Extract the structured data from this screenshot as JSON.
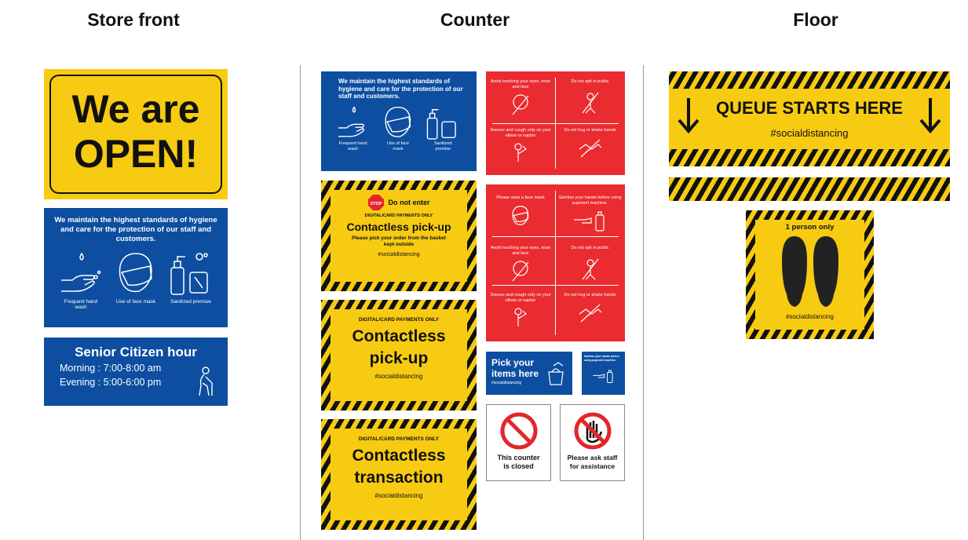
{
  "columns": {
    "store_front": "Store front",
    "counter": "Counter",
    "floor": "Floor"
  },
  "open_sign": {
    "line1": "We are",
    "line2": "OPEN!"
  },
  "hygiene": {
    "text": "We maintain the highest standards of hygiene and care for the protection of our staff and customers.",
    "items": [
      "Frequent hand wash",
      "Use of face mask",
      "Sanitized premise"
    ]
  },
  "senior": {
    "title": "Senior Citizen hour",
    "morning": "Morning : 7:00-8:00 am",
    "evening": "Evening : 5:00-6:00 pm"
  },
  "red1": {
    "cells": [
      "Avoid touching your eyes, nose and face",
      "Do not spit in public",
      "Sneeze and cough only on your elbow or napkin",
      "Do not hug or shake hands"
    ]
  },
  "red2": {
    "cells": [
      "Please wear a face mask",
      "Sanitize your hands before using payment machine.",
      "Avoid touching your eyes, nose and face",
      "Do not spit in public",
      "Sneeze and cough only on your elbow or napkin",
      "Do not hug or shake hands"
    ]
  },
  "pickup_small": {
    "no_enter": "Do not enter",
    "stop": "STOP",
    "digital": "DIGITAL/CARD PAYMENTS ONLY",
    "title": "Contactless pick-up",
    "note": "Please pick your order from the basket kept outside",
    "hashtag": "#socialdistancing"
  },
  "pickup_big": {
    "digital": "DIGITAL/CARD PAYMENTS ONLY",
    "line1": "Contactless",
    "line2": "pick-up",
    "hashtag": "#socialdistancing"
  },
  "transaction": {
    "digital": "DIGITAL/CARD PAYMENTS ONLY",
    "line1": "Contactless",
    "line2": "transaction",
    "hashtag": "#socialdistancing"
  },
  "pick_items": {
    "line1": "Pick your",
    "line2": "items here",
    "hashtag": "#socialdistancing"
  },
  "sanitize_small": {
    "text": "Sanitize your hands before using payment machine."
  },
  "counter_closed": {
    "line1": "This counter",
    "line2": "is closed"
  },
  "ask_staff": {
    "line1": "Please ask staff",
    "line2": "for assistance"
  },
  "queue": {
    "title": "QUEUE STARTS HERE",
    "hashtag": "#socialdistancing"
  },
  "one_person": {
    "title": "1 person only",
    "hashtag": "#socialdistancing"
  }
}
